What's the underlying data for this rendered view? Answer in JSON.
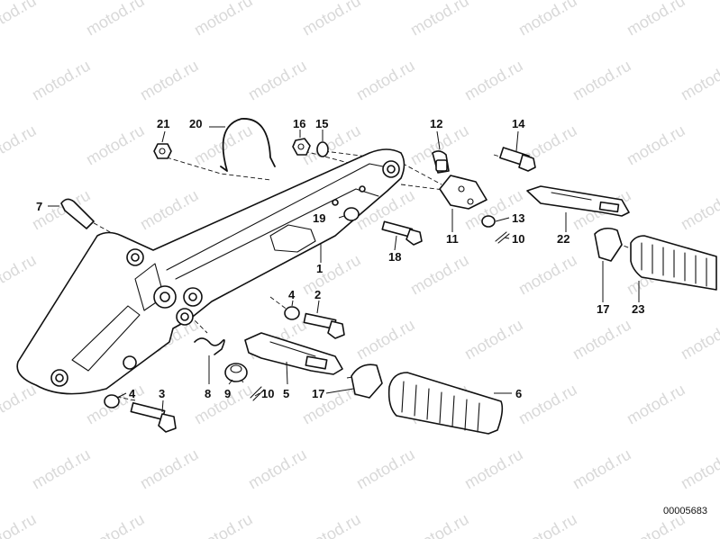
{
  "watermark": {
    "text": "motod.ru"
  },
  "callouts": {
    "c1": "1",
    "c2": "2",
    "c3": "3",
    "c4a": "4",
    "c4b": "4",
    "c5": "5",
    "c6": "6",
    "c7": "7",
    "c8": "8",
    "c9": "9",
    "c10a": "10",
    "c10b": "10",
    "c11": "11",
    "c12": "12",
    "c13": "13",
    "c14": "14",
    "c15": "15",
    "c16": "16",
    "c17a": "17",
    "c17b": "17",
    "c18": "18",
    "c19": "19",
    "c20": "20",
    "c21": "21",
    "c22": "22",
    "c23": "23"
  },
  "reference_number": "00005683"
}
